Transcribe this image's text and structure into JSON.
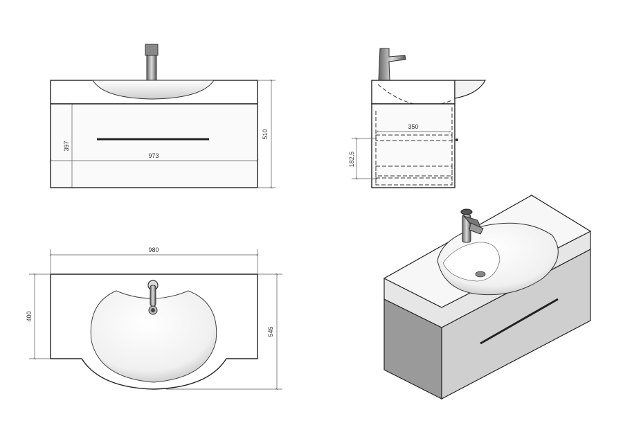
{
  "front_view": {
    "width_label": "973",
    "height_label": "510",
    "drawer_height_label": "397"
  },
  "side_view": {
    "depth_label": "350",
    "shelf_height_label": "182,5"
  },
  "top_view": {
    "width_label": "980",
    "depth_label": "400",
    "bowl_depth_label": "545"
  },
  "colors": {
    "line": "#222222",
    "cabinet_front": "#cfcfcf",
    "cabinet_side": "#9a9a9a",
    "top": "#f4f4f4"
  }
}
